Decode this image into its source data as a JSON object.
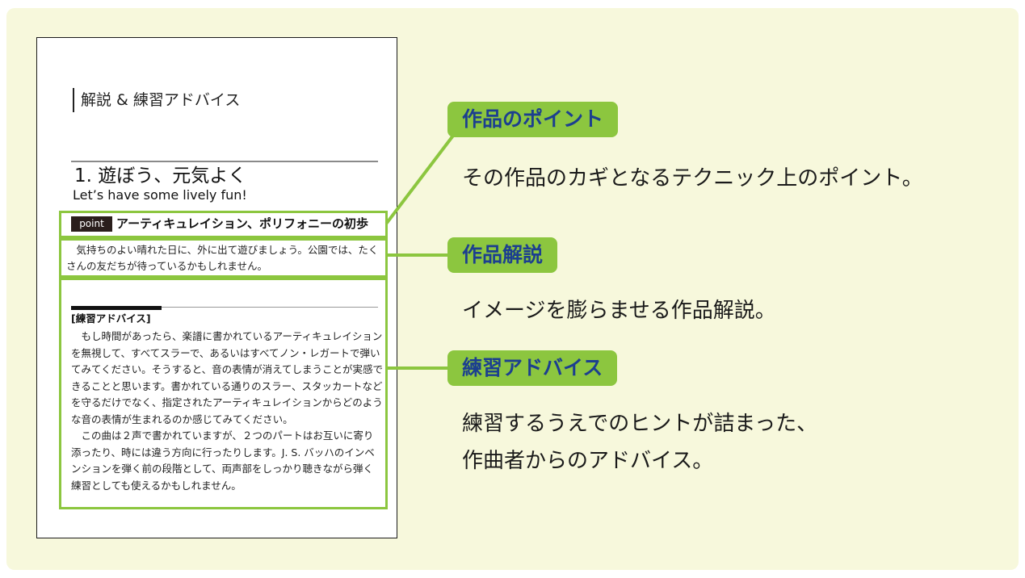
{
  "sample_page": {
    "header": "解説 & 練習アドバイス",
    "title": "1.  遊ぼう、元気よく",
    "subtitle": "Let’s have some lively fun!",
    "point_tag": "point",
    "point_title": "アーティキュレイション、ポリフォニーの初歩",
    "description": "気持ちのよい晴れた日に、外に出て遊びましょう。公園では、たくさんの友だちが待っているかもしれません。",
    "advice_label": "[練習アドバイス]",
    "advice_paragraphs": [
      "もし時間があったら、楽譜に書かれているアーティキュレイションを無視して、すべてスラーで、あるいはすべてノン・レガートで弾いてみてください。そうすると、音の表情が消えてしまうことが実感できることと思います。書かれている通りのスラー、スタッカートなどを守るだけでなく、指定されたアーティキュレイションからどのような音の表情が生まれるのか感じてみてください。",
      "この曲は２声で書かれていますが、２つのパートはお互いに寄り添ったり、時には違う方向に行ったりします。J. S. バッハのインベンションを弾く前の段階として、両声部をしっかり聴きながら弾く練習としても使えるかもしれません。"
    ]
  },
  "callouts": [
    {
      "label": "作品のポイント",
      "description": "その作品のカギとなるテクニック上のポイント。"
    },
    {
      "label": "作品解説",
      "description": "イメージを膨らませる作品解説。"
    },
    {
      "label": "練習アドバイス",
      "description_lines": [
        "練習するうえでのヒントが詰まった、",
        "作曲者からのアドバイス。"
      ]
    }
  ],
  "colors": {
    "accent_green": "#8cc63f",
    "label_text_blue": "#1c3f8f",
    "background": "#f7f8dc",
    "point_tag_bg": "#2a1e1c"
  }
}
